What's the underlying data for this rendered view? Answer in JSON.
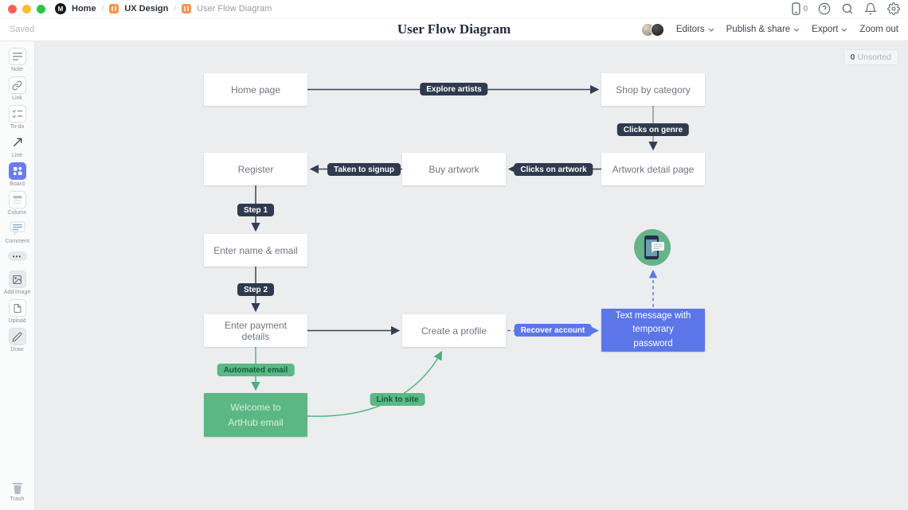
{
  "topbar": {
    "breadcrumb": {
      "home": "Home",
      "board1": "UX Design",
      "board2": "User Flow Diagram",
      "separator": "/"
    },
    "logo_letter": "M",
    "device_count": "0",
    "icons": [
      "device-preview-icon",
      "help-icon",
      "search-icon",
      "bell-icon",
      "gear-icon"
    ]
  },
  "toolbar": {
    "saved": "Saved",
    "title": "User Flow Diagram",
    "editors_label": "Editors",
    "publish_label": "Publish & share",
    "export_label": "Export",
    "zoom_label": "Zoom out"
  },
  "sidebar": {
    "tools": [
      {
        "name": "note",
        "label": "Note"
      },
      {
        "name": "link",
        "label": "Link"
      },
      {
        "name": "todo",
        "label": "To-do"
      },
      {
        "name": "line",
        "label": "Line"
      },
      {
        "name": "board",
        "label": "Board"
      },
      {
        "name": "column",
        "label": "Column"
      },
      {
        "name": "comment",
        "label": "Comment"
      }
    ],
    "more": "•••",
    "tools2": [
      {
        "name": "add-image",
        "label": "Add image"
      },
      {
        "name": "upload",
        "label": "Upload"
      },
      {
        "name": "draw",
        "label": "Draw"
      }
    ],
    "trash_label": "Trash"
  },
  "canvas": {
    "unsorted": {
      "count": "0",
      "label": "Unsorted"
    },
    "nodes": {
      "home_page": "Home page",
      "shop_by_category": "Shop by category",
      "register": "Register",
      "buy_artwork": "Buy artwork",
      "artwork_detail": "Artwork detail page",
      "enter_name": "Enter name & email",
      "enter_payment": "Enter payment details",
      "create_profile": "Create a profile",
      "text_message": "Text message with temporary password",
      "welcome_email": "Welcome to ArtHub email"
    },
    "edge_labels": {
      "explore_artists": "Explore artists",
      "clicks_on_genre": "Clicks on genre",
      "clicks_on_artwork": "Clicks on artwork",
      "taken_to_signup": "Taken to signup",
      "step1": "Step 1",
      "step2": "Step 2",
      "recover_account": "Recover account",
      "automated_email": "Automated email",
      "link_to_site": "Link to site"
    },
    "icons": [
      "phone-message-icon"
    ]
  },
  "colors": {
    "accent_blue": "#5b76e8",
    "accent_green": "#5bb884",
    "edge_dark": "#2e3a4e",
    "canvas_bg": "#ecedef",
    "board_orange": "#f6934e",
    "board_tool_blue": "#6b7ce9"
  }
}
